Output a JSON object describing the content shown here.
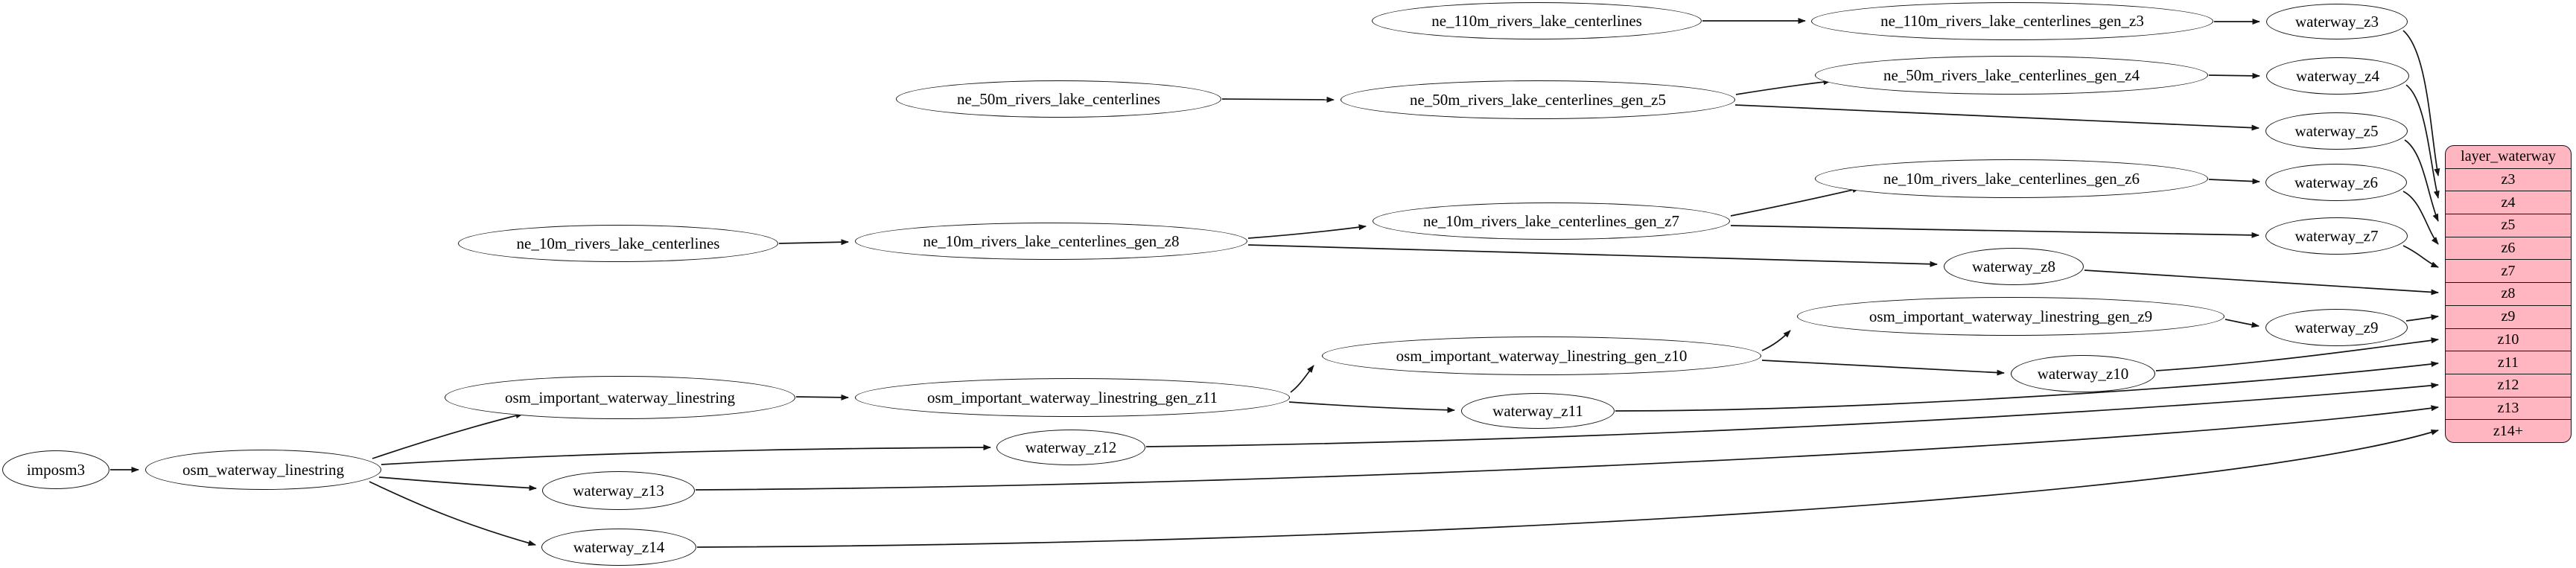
{
  "diagram": {
    "colors": {
      "record_fill": "#ffb6c1",
      "node_fill": "#ffffff",
      "stroke": "#141414"
    },
    "nodes": {
      "imposm3": {
        "label": "imposm3"
      },
      "osm_waterway_linestring": {
        "label": "osm_waterway_linestring"
      },
      "ne_110m_rivers_lake_centerlines": {
        "label": "ne_110m_rivers_lake_centerlines"
      },
      "ne_110m_rivers_lake_centerlines_gen_z3": {
        "label": "ne_110m_rivers_lake_centerlines_gen_z3"
      },
      "ne_50m_rivers_lake_centerlines": {
        "label": "ne_50m_rivers_lake_centerlines"
      },
      "ne_50m_rivers_lake_centerlines_gen_z5": {
        "label": "ne_50m_rivers_lake_centerlines_gen_z5"
      },
      "ne_50m_rivers_lake_centerlines_gen_z4": {
        "label": "ne_50m_rivers_lake_centerlines_gen_z4"
      },
      "ne_10m_rivers_lake_centerlines": {
        "label": "ne_10m_rivers_lake_centerlines"
      },
      "ne_10m_rivers_lake_centerlines_gen_z8": {
        "label": "ne_10m_rivers_lake_centerlines_gen_z8"
      },
      "ne_10m_rivers_lake_centerlines_gen_z7": {
        "label": "ne_10m_rivers_lake_centerlines_gen_z7"
      },
      "ne_10m_rivers_lake_centerlines_gen_z6": {
        "label": "ne_10m_rivers_lake_centerlines_gen_z6"
      },
      "osm_important_waterway_linestring": {
        "label": "osm_important_waterway_linestring"
      },
      "osm_important_waterway_linestring_gen_z11": {
        "label": "osm_important_waterway_linestring_gen_z11"
      },
      "osm_important_waterway_linestring_gen_z10": {
        "label": "osm_important_waterway_linestring_gen_z10"
      },
      "osm_important_waterway_linestring_gen_z9": {
        "label": "osm_important_waterway_linestring_gen_z9"
      },
      "waterway_z3": {
        "label": "waterway_z3"
      },
      "waterway_z4": {
        "label": "waterway_z4"
      },
      "waterway_z5": {
        "label": "waterway_z5"
      },
      "waterway_z6": {
        "label": "waterway_z6"
      },
      "waterway_z7": {
        "label": "waterway_z7"
      },
      "waterway_z8": {
        "label": "waterway_z8"
      },
      "waterway_z9": {
        "label": "waterway_z9"
      },
      "waterway_z10": {
        "label": "waterway_z10"
      },
      "waterway_z11": {
        "label": "waterway_z11"
      },
      "waterway_z12": {
        "label": "waterway_z12"
      },
      "waterway_z13": {
        "label": "waterway_z13"
      },
      "waterway_z14": {
        "label": "waterway_z14"
      }
    },
    "record": {
      "title": "layer_waterway",
      "rows": [
        "z3",
        "z4",
        "z5",
        "z6",
        "z7",
        "z8",
        "z9",
        "z10",
        "z11",
        "z12",
        "z13",
        "z14+"
      ]
    },
    "edges": [
      [
        "imposm3",
        "osm_waterway_linestring"
      ],
      [
        "osm_waterway_linestring",
        "osm_important_waterway_linestring"
      ],
      [
        "osm_waterway_linestring",
        "waterway_z12"
      ],
      [
        "osm_waterway_linestring",
        "waterway_z13"
      ],
      [
        "osm_waterway_linestring",
        "waterway_z14"
      ],
      [
        "ne_110m_rivers_lake_centerlines",
        "ne_110m_rivers_lake_centerlines_gen_z3"
      ],
      [
        "ne_110m_rivers_lake_centerlines_gen_z3",
        "waterway_z3"
      ],
      [
        "ne_50m_rivers_lake_centerlines",
        "ne_50m_rivers_lake_centerlines_gen_z5"
      ],
      [
        "ne_50m_rivers_lake_centerlines_gen_z5",
        "ne_50m_rivers_lake_centerlines_gen_z4"
      ],
      [
        "ne_50m_rivers_lake_centerlines_gen_z5",
        "waterway_z5"
      ],
      [
        "ne_50m_rivers_lake_centerlines_gen_z4",
        "waterway_z4"
      ],
      [
        "ne_10m_rivers_lake_centerlines",
        "ne_10m_rivers_lake_centerlines_gen_z8"
      ],
      [
        "ne_10m_rivers_lake_centerlines_gen_z8",
        "ne_10m_rivers_lake_centerlines_gen_z7"
      ],
      [
        "ne_10m_rivers_lake_centerlines_gen_z8",
        "waterway_z8"
      ],
      [
        "ne_10m_rivers_lake_centerlines_gen_z7",
        "ne_10m_rivers_lake_centerlines_gen_z6"
      ],
      [
        "ne_10m_rivers_lake_centerlines_gen_z7",
        "waterway_z7"
      ],
      [
        "ne_10m_rivers_lake_centerlines_gen_z6",
        "waterway_z6"
      ],
      [
        "osm_important_waterway_linestring",
        "osm_important_waterway_linestring_gen_z11"
      ],
      [
        "osm_important_waterway_linestring_gen_z11",
        "osm_important_waterway_linestring_gen_z10"
      ],
      [
        "osm_important_waterway_linestring_gen_z11",
        "waterway_z11"
      ],
      [
        "osm_important_waterway_linestring_gen_z10",
        "osm_important_waterway_linestring_gen_z9"
      ],
      [
        "osm_important_waterway_linestring_gen_z10",
        "waterway_z10"
      ],
      [
        "osm_important_waterway_linestring_gen_z9",
        "waterway_z9"
      ],
      [
        "waterway_z3",
        "layer_waterway:z3"
      ],
      [
        "waterway_z4",
        "layer_waterway:z4"
      ],
      [
        "waterway_z5",
        "layer_waterway:z5"
      ],
      [
        "waterway_z6",
        "layer_waterway:z6"
      ],
      [
        "waterway_z7",
        "layer_waterway:z7"
      ],
      [
        "waterway_z8",
        "layer_waterway:z8"
      ],
      [
        "waterway_z9",
        "layer_waterway:z9"
      ],
      [
        "waterway_z10",
        "layer_waterway:z10"
      ],
      [
        "waterway_z11",
        "layer_waterway:z11"
      ],
      [
        "waterway_z12",
        "layer_waterway:z12"
      ],
      [
        "waterway_z13",
        "layer_waterway:z13"
      ],
      [
        "waterway_z14",
        "layer_waterway:z14+"
      ]
    ]
  }
}
